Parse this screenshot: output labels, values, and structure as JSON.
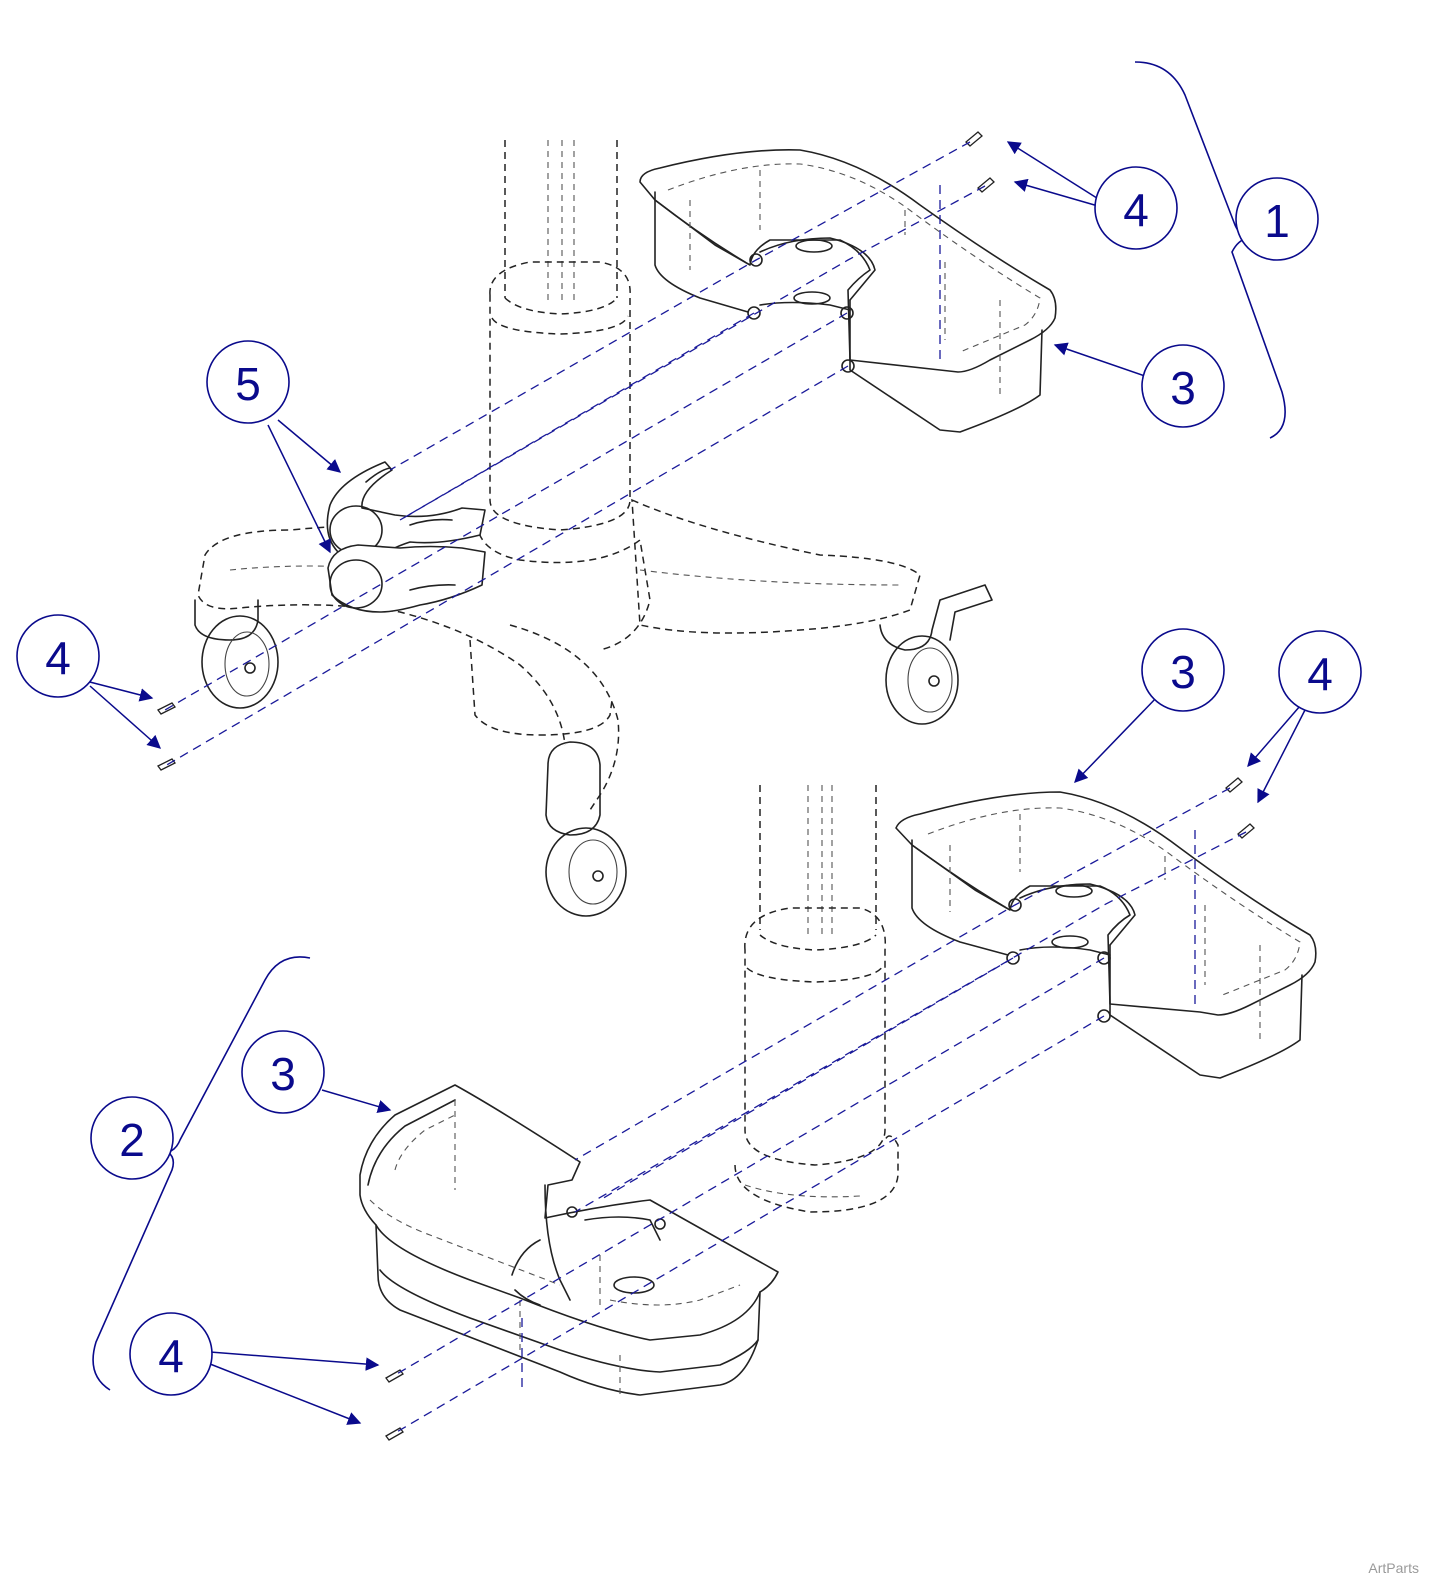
{
  "colors": {
    "callout": "#0a0a8c",
    "line": "#222222",
    "credit": "#9a9a9a"
  },
  "callouts": {
    "c1": "1",
    "c2": "2",
    "c3_top": "3",
    "c3_mid": "3",
    "c3_low": "3",
    "c4_top": "4",
    "c4_left": "4",
    "c4_mid": "4",
    "c4_low": "4",
    "c5": "5"
  },
  "credit": "ArtParts"
}
